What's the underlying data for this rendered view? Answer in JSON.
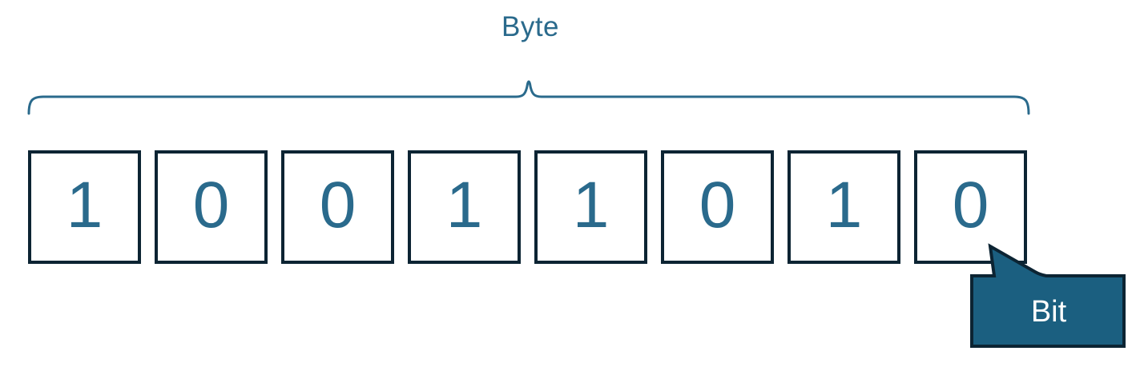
{
  "diagram": {
    "byte_label": "Byte",
    "bit_label": "Bit",
    "bits": [
      "1",
      "0",
      "0",
      "1",
      "1",
      "0",
      "1",
      "0"
    ]
  },
  "colors": {
    "accentTeal": "#2A6A8C",
    "darkNavy": "#0C2433",
    "calloutFill": "#1B5F80",
    "calloutText": "#FFFFFF",
    "background": "#FFFFFF"
  }
}
